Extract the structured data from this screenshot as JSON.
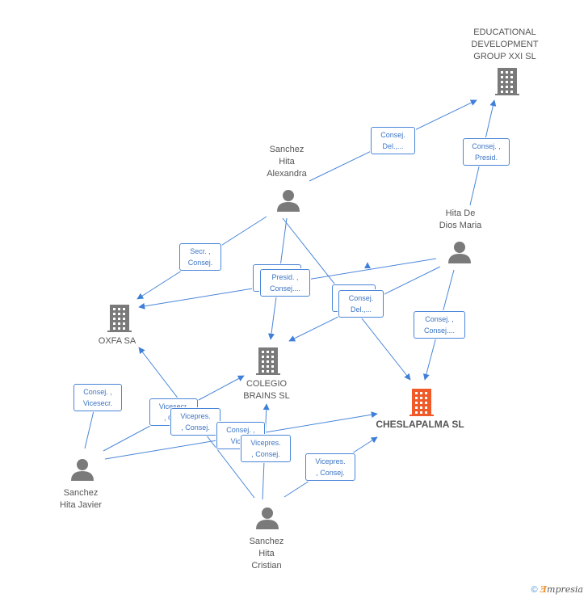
{
  "colors": {
    "edge": "#4a86d8",
    "node": "#7a7a7a",
    "highlight": "#f05a28"
  },
  "nodes": {
    "educational": {
      "label": "EDUCATIONAL\nDEVELOPMENT\nGROUP XXI SL",
      "icon": "building-icon"
    },
    "alexandra": {
      "label": "Sanchez\nHita\nAlexandra",
      "icon": "person-icon"
    },
    "hita_dios": {
      "label": "Hita De\nDios Maria",
      "icon": "person-icon"
    },
    "oxfa": {
      "label": "OXFA SA",
      "icon": "building-icon"
    },
    "colegio": {
      "label": "COLEGIO\nBRAINS SL",
      "icon": "building-icon"
    },
    "cheslapalma": {
      "label": "CHESLAPALMA SL",
      "icon": "building-icon"
    },
    "javier": {
      "label": "Sanchez\nHita Javier",
      "icon": "person-icon"
    },
    "cristian": {
      "label": "Sanchez\nHita\nCristian",
      "icon": "person-icon"
    }
  },
  "edge_labels": {
    "alex_edu": "Consej.\nDel.,...",
    "hita_edu": "Consej. ,\nPresid.",
    "alex_oxfa": "Secr. ,\nConsej.",
    "presid_back": "",
    "presid": "Presid. ,\nConsej....",
    "del_back": "",
    "del": "Consej.\nDel.,...",
    "hita_ches": "Consej. ,\nConsej....",
    "jav_oxfa": "Consej. ,\nVicesecr.",
    "vicesecr": "Vicesecr.\n, Co...",
    "vicepres1": "Vicepres.\n, Consej.",
    "consej_back": "Consej. ,\nVice...",
    "vicepres2": "Vicepres.\n, Consej.",
    "vicepres3": "Vicepres.\n, Consej."
  },
  "footer": {
    "copyright": "©",
    "brand_first": "Ǝ",
    "brand_rest": "mpresia"
  }
}
